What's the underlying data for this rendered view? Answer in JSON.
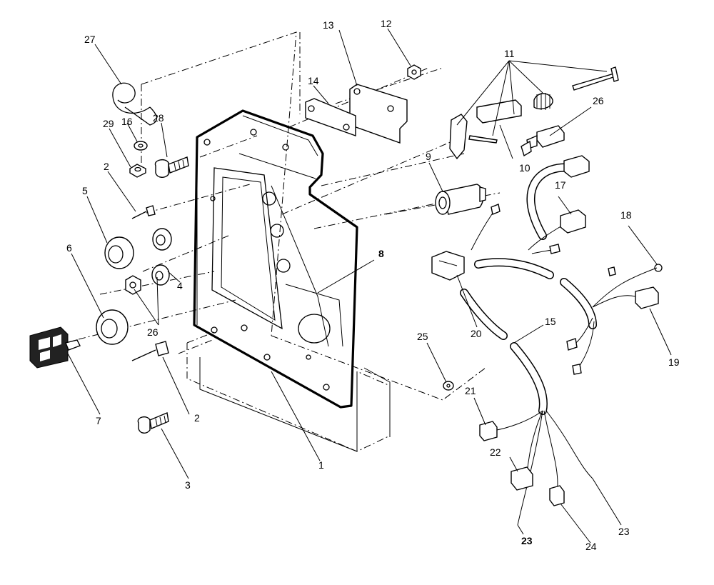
{
  "labels": {
    "p1": "1",
    "p2a": "2",
    "p2b": "2",
    "p3": "3",
    "p4": "4",
    "p5": "5",
    "p6": "6",
    "p7": "7",
    "p8": "8",
    "p9": "9",
    "p10": "10",
    "p11": "11",
    "p12": "12",
    "p13": "13",
    "p14": "14",
    "p15": "15",
    "p16": "16",
    "p17": "17",
    "p18": "18",
    "p19": "19",
    "p20": "20",
    "p21": "21",
    "p22": "22",
    "p23a": "23",
    "p23b": "23",
    "p24": "24",
    "p25": "25",
    "p26a": "26",
    "p26b": "26",
    "p27": "27",
    "p28": "28",
    "p29": "29"
  }
}
